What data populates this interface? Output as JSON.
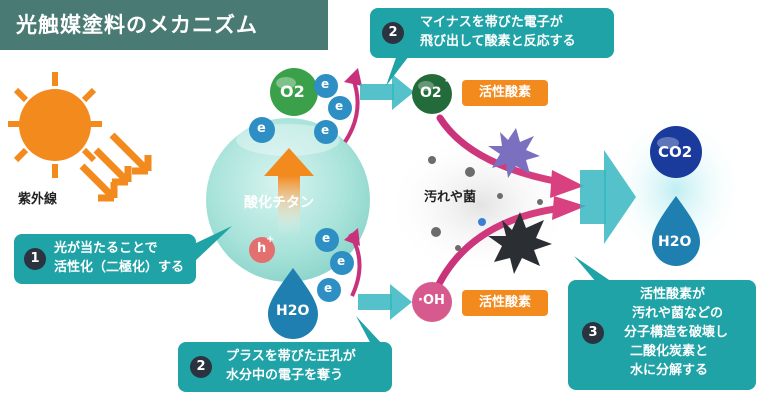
{
  "title": "光触媒塗料のメカニズム",
  "uv_label": "紫外線",
  "titanium_label": "酸化チタン",
  "dirt_label": "汚れや菌",
  "callout1": {
    "num": "1",
    "line1": "光が当たることで",
    "line2": "活性化（二極化）する"
  },
  "callout2_top": {
    "num": "2",
    "line1": "マイナスを帯びた電子が",
    "line2": "飛び出して酸素と反応する"
  },
  "callout2_bottom": {
    "num": "2",
    "line1": "プラスを帯びた正孔が",
    "line2": "水分中の電子を奪う"
  },
  "callout3": {
    "num": "3",
    "line1": "活性酸素が",
    "line2": "汚れや菌などの",
    "line3": "分子構造を破壊し",
    "line4": "二酸化炭素と",
    "line5": "水に分解する"
  },
  "active_oxygen_label": "活性酸素",
  "o2": "O2",
  "o2_minus": "O2",
  "h2o": "H2O",
  "oh": "·OH",
  "co2": "CO2",
  "h2o_out": "H2O",
  "electron": "e",
  "minus": "-",
  "hole": "h",
  "plus": "+",
  "colors": {
    "teal": "#1fa3a6",
    "orange": "#f28a1e",
    "title_bg": "#4a7a74",
    "magenta": "#c8327a"
  }
}
